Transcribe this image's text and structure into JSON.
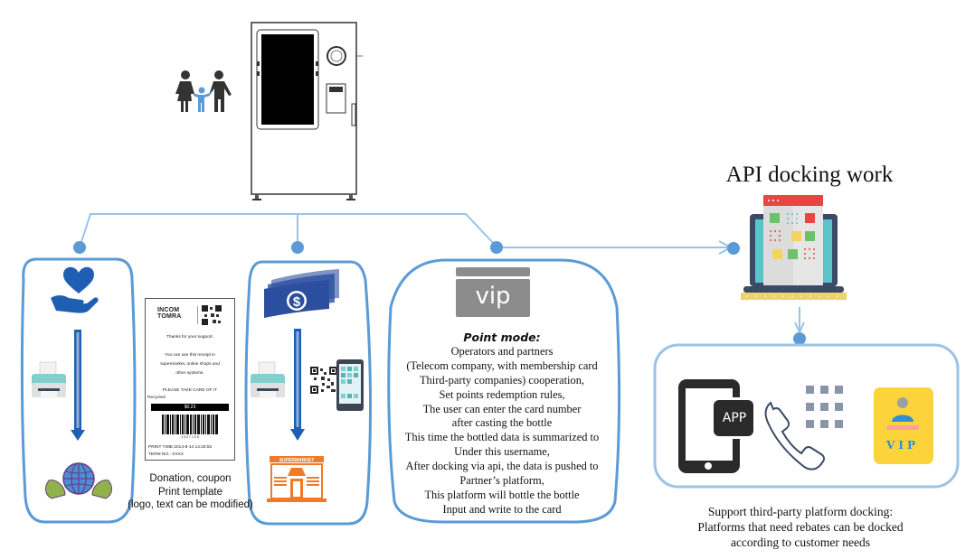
{
  "diagram": {
    "title": "API docking work",
    "colors": {
      "connector": "#9cc3e5",
      "node": "#5b9bd5",
      "panel_border": "#5b9bd5",
      "panel_border_light": "#9cc3e5",
      "arrow": "#1f5fb3",
      "heart": "#1f5fb3",
      "money": "#2b4f9e",
      "supermarket": "#f07a26",
      "vip_card": "#8c8c8c",
      "vip_member_card": "#fcd33a"
    },
    "machine": {
      "name": "reverse-vending-machine",
      "icon": "vending-machine-icon"
    },
    "people": {
      "icon": "family-icon"
    },
    "panels": {
      "donation": {
        "top_icon": "heart-in-hand-icon",
        "middle_icon": "printer-icon",
        "bottom_icon": "globe-leaves-icon"
      },
      "coupon": {
        "top_icon": "money-stack-icon",
        "middle_icons": [
          "printer-icon",
          "qr-code-icon",
          "smartphone-icon"
        ],
        "bottom_icon": "supermarket-icon",
        "store_sign": "SUPERMARKET"
      },
      "points": {
        "card_label": "vip",
        "title": "Point mode:",
        "lines": [
          "Operators and partners",
          "(Telecom company, with membership card",
          "Third-party companies) cooperation,",
          "Set points redemption rules,",
          "The user can enter the card number",
          "after casting the bottle",
          "This time the bottled data is summarized to",
          "Under this username,",
          "After docking via api, the data is pushed to",
          "Partner’s platform,",
          "This platform will bottle the bottle",
          "Input and write to the card"
        ]
      },
      "third_party": {
        "app_label": "APP",
        "icons": [
          "mobile-app-icon",
          "phone-keypad-icon",
          "vip-member-card-icon"
        ],
        "card_text": "VIP",
        "caption": [
          "Support third-party platform docking:",
          "Platforms that need rebates can be docked",
          "according to customer needs"
        ]
      }
    },
    "receipt": {
      "brand_line1": "INCOM",
      "brand_line2": "TOMRA",
      "thanks": "Thanks for your support.",
      "use_lines": [
        "You can use this receipt in",
        "supermarket, online shops and",
        "other systems."
      ],
      "care": "PLEASE TAKE CARE OF IT",
      "recycled_label": "Recycled",
      "amount": "$0.23",
      "barcode_digits": "1  0  0  7  1  0  8",
      "print_time": "PRINT TIME:2014-8-14 14:25:53",
      "term_no": "TERM NO.: XXXX",
      "caption": [
        "Donation, coupon",
        "Print template",
        "(logo, text can be modified)"
      ]
    }
  }
}
